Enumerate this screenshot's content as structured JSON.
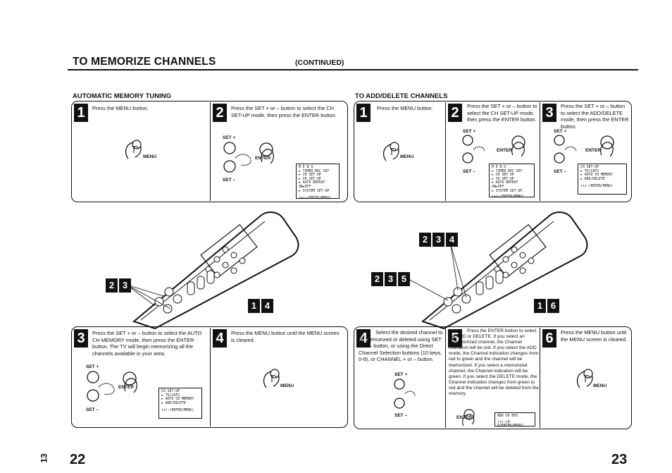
{
  "header": {
    "title": "TO MEMORIZE CHANNELS",
    "continued": "(CONTINUED)"
  },
  "left": {
    "section_title": "AUTOMATIC MEMORY TUNING",
    "steps": [
      {
        "n": "1",
        "text": "Press the MENU button.",
        "label": "MENU"
      },
      {
        "n": "2",
        "text": "Press the SET + or – button to select the CH SET-UP mode, then press the ENTER button.",
        "set_plus": "SET +",
        "set_minus": "SET –",
        "enter": "ENTER",
        "screen": [
          "M E N U",
          "► TIMER REC SET",
          "► CH SET-UP",
          "► CH SET-UP",
          "► AUTO REPEAT  ON►OFF",
          "► SYSTEM SET-UP",
          "",
          "(+/–/ENTER/MENU)"
        ]
      },
      {
        "n": "3",
        "text": "Press the SET + or – button to select the AUTO CH MEMORY mode, then press the ENTER button. The TV will begin memorizing all the channels available in your area.",
        "set_plus": "SET +",
        "set_minus": "SET –",
        "enter": "ENTER",
        "screen": [
          "CH SET-UP",
          "► TV/CATV",
          "► AUTO CH MEMORY",
          "► ADD/DELETE",
          "",
          "(+/–/ENTER/MENU)"
        ]
      },
      {
        "n": "4",
        "text": "Press the MENU button until the MENU screen is cleared.",
        "label": "MENU"
      }
    ],
    "tags_a": [
      "2",
      "3"
    ],
    "tags_b": [
      "1",
      "4"
    ],
    "page": "22",
    "side": "13"
  },
  "right": {
    "section_title": "TO ADD/DELETE CHANNELS",
    "steps": [
      {
        "n": "1",
        "text": "Press the MENU button.",
        "label": "MENU"
      },
      {
        "n": "2",
        "text": "Press the SET + or – button to select the CH SET-UP mode, then press the ENTER button.",
        "set_plus": "SET +",
        "set_minus": "SET –",
        "enter": "ENTER",
        "screen": [
          "M E N U",
          "► TIMER REC SET",
          "► CH SET-UP",
          "► CH SET-UP",
          "► AUTO REPEAT  ON►OFF",
          "► SYSTEM SET-UP",
          "",
          "(+/–/ENTER/MENU)"
        ]
      },
      {
        "n": "3",
        "text": "Press the SET + or – button to select the ADD/DELETE mode, then press the ENTER button.",
        "set_plus": "SET +",
        "set_minus": "SET –",
        "enter": "ENTER",
        "screen": [
          "CH SET-UP",
          "► TV/CATV",
          "► AUTO CH MEMORY",
          "► ADD/DELETE",
          "",
          "(+/–/ENTER/MENU)"
        ]
      },
      {
        "n": "4",
        "text": "Select the desired channel to be memorized or deleted using SET + or – button, or using the Direct Channel Selection buttons (10 keys, 0-9), or CHANNEL + or – button.",
        "set_plus": "SET +",
        "set_minus": "SET –"
      },
      {
        "n": "5",
        "text": "Press the ENTER button to select the ADD or DELETE. If you select an unmemorized channel, the Channel indication will be red. If you select the ADD mode, the Channel indication changes from red to green and the channel will be memorized. If you select a memorized channel, the Channel indication will be green. If you select the DELETE mode, the Channel indication changes from green to red and the channel will be deleted from the memory.",
        "enter": "ENTER",
        "screen": [
          "ADD          CH 003",
          "",
          "(+/–/0-9/ENTER/MENU)"
        ]
      },
      {
        "n": "6",
        "text": "Press the MENU button until the MENU screen is cleared.",
        "label": "MENU"
      }
    ],
    "tags_a": [
      "2",
      "3",
      "4"
    ],
    "tags_b": [
      "2",
      "3",
      "5"
    ],
    "tags_c": [
      "1",
      "6"
    ],
    "page": "23"
  }
}
